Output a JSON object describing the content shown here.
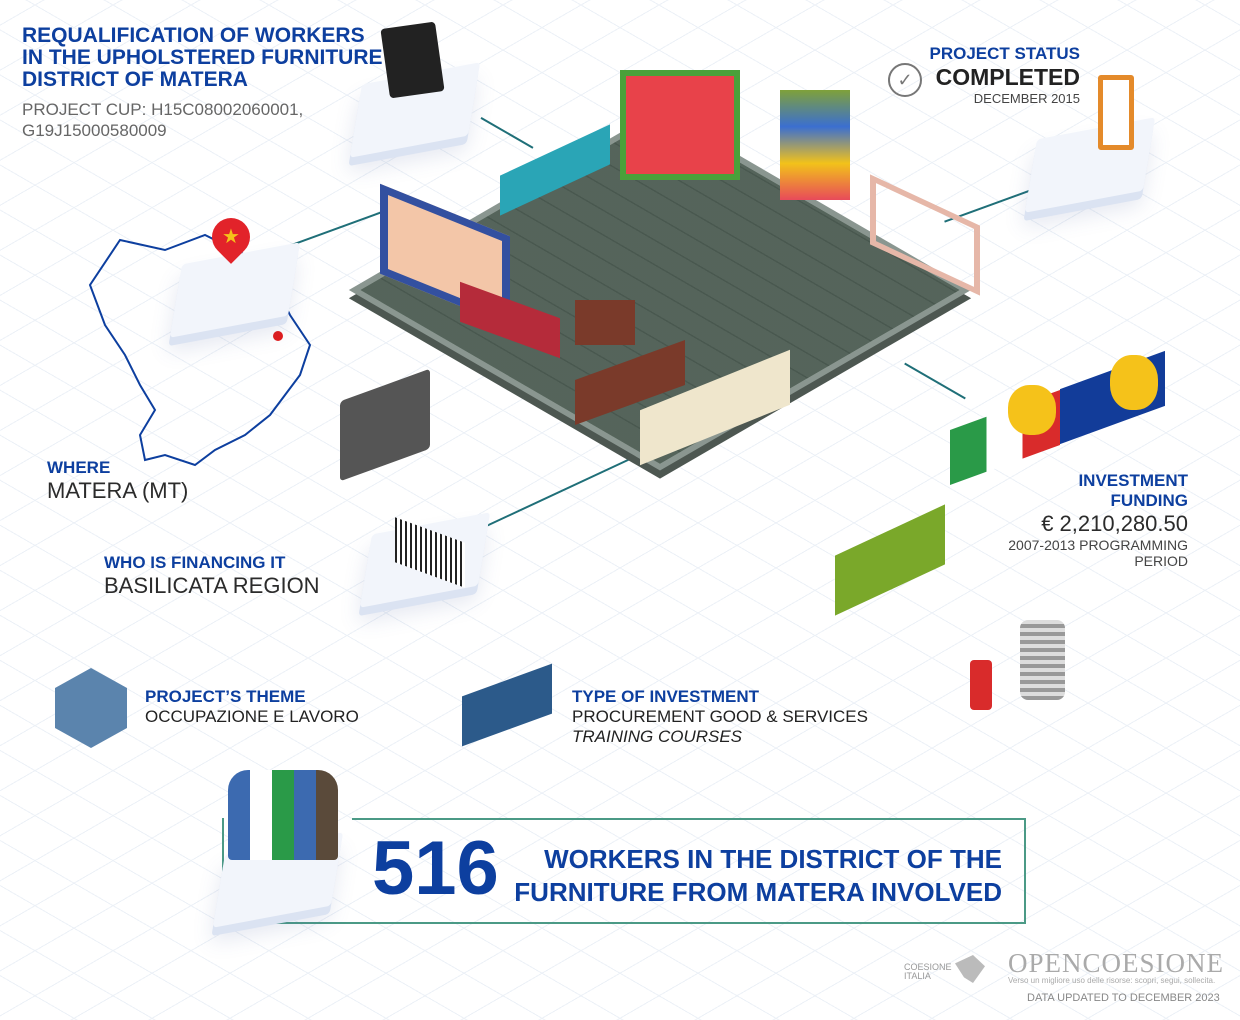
{
  "title": [
    "REQUALIFICATION OF WORKERS",
    "IN THE UPHOLSTERED FURNITURE",
    "DISTRICT OF MATERA"
  ],
  "cup": [
    "PROJECT CUP: H15C08002060001,",
    "G19J15000580009"
  ],
  "status": {
    "label": "PROJECT STATUS",
    "value": "COMPLETED",
    "date": "DECEMBER 2015"
  },
  "where": {
    "label": "WHERE",
    "value": "MATERA (MT)"
  },
  "financing": {
    "label": "WHO IS FINANCING IT",
    "value": "BASILICATA REGION"
  },
  "investment": {
    "label": [
      "INVESTMENT",
      "FUNDING"
    ],
    "amount": "€ 2,210,280.50",
    "period": [
      "2007-2013 PROGRAMMING",
      "PERIOD"
    ]
  },
  "theme": {
    "label": "PROJECT’S THEME",
    "value": "OCCUPAZIONE E LAVORO"
  },
  "type": {
    "label": "TYPE OF INVESTMENT",
    "values": [
      "PROCUREMENT GOOD & SERVICES",
      "TRAINING COURSES"
    ]
  },
  "workers": {
    "count": "516",
    "text": [
      "WORKERS IN THE DISTRICT OF THE",
      "FURNITURE FROM MATERA INVOLVED"
    ]
  },
  "footer": {
    "brand1": "COESIONE ITALIA",
    "brand2": "OPENCOESIONE",
    "tagline": "Verso un migliore uso delle risorse: scopri, segui, sollecita.",
    "updated": "DATA UPDATED TO DECEMBER 2023"
  },
  "colors": {
    "accent": "#0d3f9f",
    "line": "#1f6f78",
    "border": "#4b9a86"
  }
}
